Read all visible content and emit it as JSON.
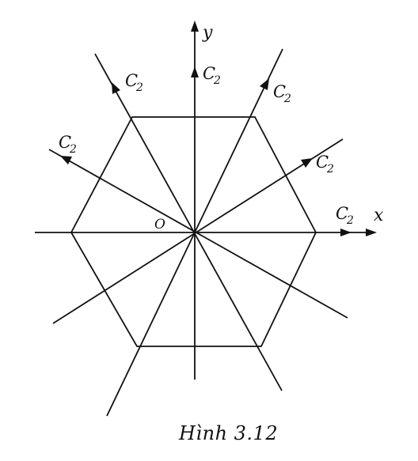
{
  "figure": {
    "caption": "Hình 3.12",
    "origin_label": "O",
    "x_axis_label": "x",
    "y_axis_label": "y",
    "axis_symbol": "C",
    "axis_subscript": "2"
  }
}
